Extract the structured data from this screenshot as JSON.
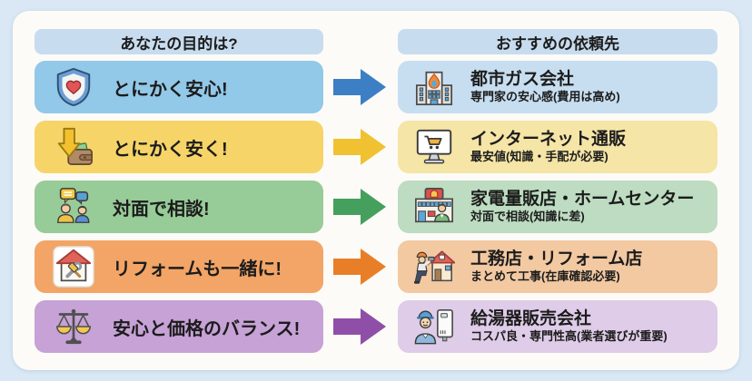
{
  "colors": {
    "page_bg": "#d9e8f4",
    "card_bg": "#fcfbf7",
    "header_bg": "#c8dcef",
    "text": "#1c1c1c"
  },
  "headers": {
    "left": "あなたの目的は?",
    "right": "おすすめの依頼先"
  },
  "rows": [
    {
      "goal": {
        "label": "とにかく安心!",
        "icon": "shield-heart-icon"
      },
      "recommendation": {
        "title": "都市ガス会社",
        "note": "専門家の安心感(費用は高め)",
        "icon": "gas-company-building-icon"
      },
      "colors": {
        "goal_bg": "#92c8e8",
        "rec_bg": "#c7def0",
        "arrow": "#3d7fc4"
      }
    },
    {
      "goal": {
        "label": "とにかく安く!",
        "icon": "cash-wallet-icon"
      },
      "recommendation": {
        "title": "インターネット通販",
        "note": "最安値(知識・手配が必要)",
        "icon": "online-shopping-monitor-icon"
      },
      "colors": {
        "goal_bg": "#f6d468",
        "rec_bg": "#f5e5a6",
        "arrow": "#f0c232"
      }
    },
    {
      "goal": {
        "label": "対面で相談!",
        "icon": "face-to-face-chat-icon"
      },
      "recommendation": {
        "title": "家電量販店・ホームセンター",
        "note": "対面で相談(知識に差)",
        "icon": "electronics-store-icon"
      },
      "colors": {
        "goal_bg": "#97cb97",
        "rec_bg": "#bddcc1",
        "arrow": "#45a05e"
      }
    },
    {
      "goal": {
        "label": "リフォームも一緒に!",
        "icon": "house-tools-icon"
      },
      "recommendation": {
        "title": "工務店・リフォーム店",
        "note": "まとめて工事(在庫確認必要)",
        "icon": "contractor-house-icon"
      },
      "colors": {
        "goal_bg": "#f2a566",
        "rec_bg": "#f3c9a2",
        "arrow": "#e87f28"
      }
    },
    {
      "goal": {
        "label": "安心と価格のバランス!",
        "icon": "balance-scale-icon"
      },
      "recommendation": {
        "title": "給湯器販売会社",
        "note": "コスパ良・専門性高(業者選びが重要)",
        "icon": "installer-water-heater-icon"
      },
      "colors": {
        "goal_bg": "#c6a2d6",
        "rec_bg": "#dfcce8",
        "arrow": "#8f4fa8"
      }
    }
  ]
}
